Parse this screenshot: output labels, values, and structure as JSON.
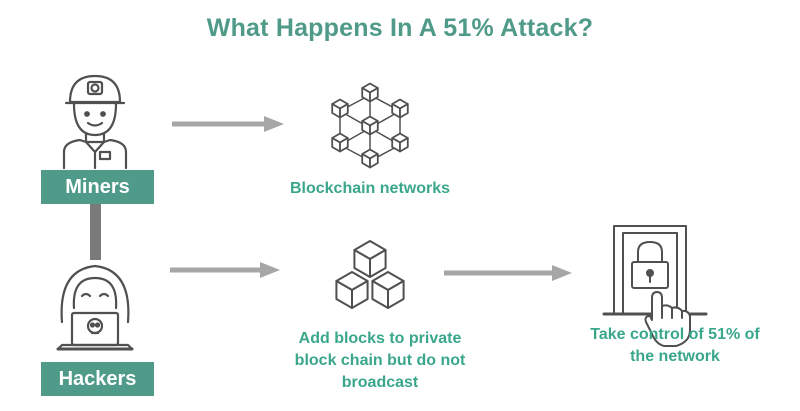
{
  "title": "What Happens In A 51% Attack?",
  "nodes": {
    "miners": {
      "label": "Miners",
      "icon": "miner-icon"
    },
    "hackers": {
      "label": "Hackers",
      "icon": "hacker-icon"
    },
    "blockchain": {
      "label": "Blockchain networks",
      "icon": "blockchain-network-icon"
    },
    "private_chain": {
      "label": "Add blocks to private block chain but do not broadcast",
      "icon": "stacked-blocks-icon"
    },
    "control": {
      "label": "Take control of 51% of the network",
      "icon": "locked-door-hand-icon"
    }
  },
  "colors": {
    "accent": "#4f9a88",
    "caption": "#3aa78c",
    "arrow": "#a6a6a6",
    "connector": "#7a7a7a",
    "icon_stroke": "#505050"
  }
}
